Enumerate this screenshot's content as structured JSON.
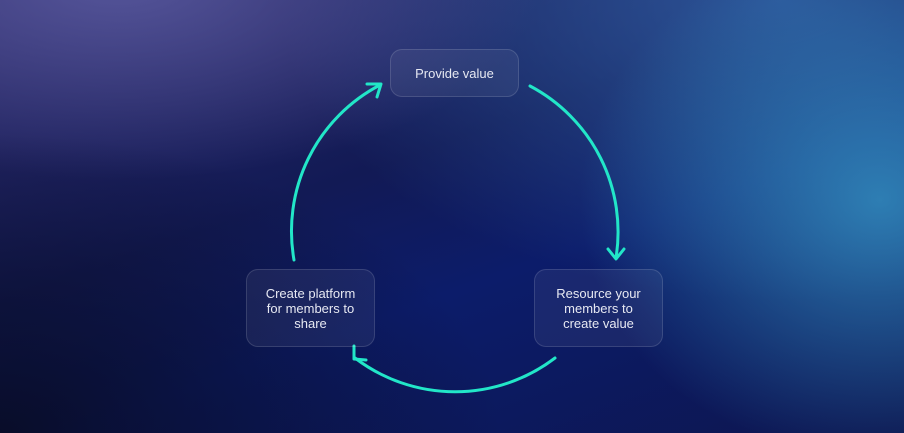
{
  "nodes": [
    {
      "id": "provide",
      "label": "Provide value"
    },
    {
      "id": "resource",
      "label": "Resource your members to create value"
    },
    {
      "id": "platform",
      "label": "Create platform for members to share"
    }
  ],
  "edges": [
    {
      "from": "provide",
      "to": "resource"
    },
    {
      "from": "resource",
      "to": "platform"
    },
    {
      "from": "platform",
      "to": "provide"
    }
  ],
  "colors": {
    "arrow": "#22e6c8"
  }
}
